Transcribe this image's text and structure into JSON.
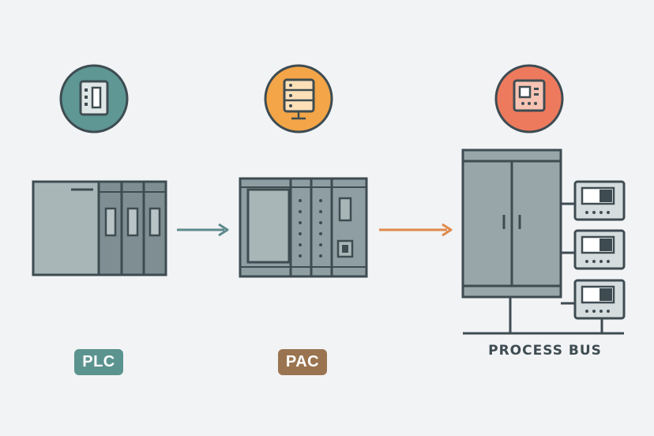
{
  "labels": {
    "plc": "PLC",
    "pac": "PAC",
    "process_bus": "PROCESS BUS"
  },
  "colors": {
    "background": "#f2f3f5",
    "outline": "#3e4c52",
    "plc_circle": "#5e9794",
    "pac_circle": "#f3a548",
    "bus_circle": "#ee7a5e",
    "plc_badge": "#5b938f",
    "pac_badge": "#9a7450",
    "arrow_1": "#5e8a8c",
    "arrow_2": "#e0894a",
    "device_light": "#a9b6b8",
    "device_mid": "#8f9ea2",
    "device_dark": "#7f8e92",
    "cabinet": "#98a6aa",
    "process_label": "#3e4c52"
  },
  "icons": {
    "plc": "plc-module-icon",
    "pac": "server-rack-icon",
    "process_bus": "control-panel-icon"
  }
}
